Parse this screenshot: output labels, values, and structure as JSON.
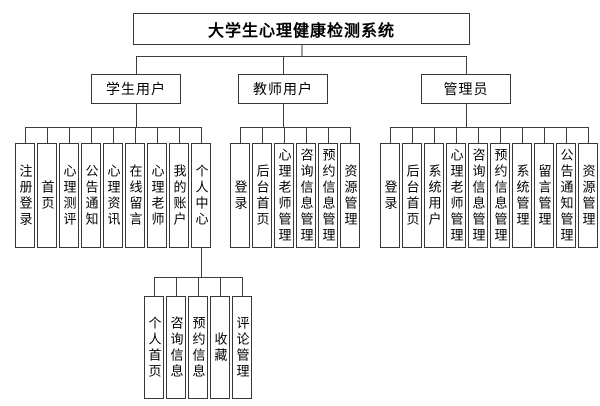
{
  "diagram": {
    "title": "大学生心理健康检测系统",
    "branches": [
      {
        "label": "学生用户",
        "children": [
          {
            "label": "注册登录"
          },
          {
            "label": "首页"
          },
          {
            "label": "心理测评"
          },
          {
            "label": "公告通知"
          },
          {
            "label": "心理资讯"
          },
          {
            "label": "在线留言"
          },
          {
            "label": "心理老师"
          },
          {
            "label": "我的账户"
          },
          {
            "label": "个人中心",
            "children": [
              {
                "label": "个人首页"
              },
              {
                "label": "咨询信息"
              },
              {
                "label": "预约信息"
              },
              {
                "label": "收藏"
              },
              {
                "label": "评论管理"
              }
            ]
          }
        ]
      },
      {
        "label": "教师用户",
        "children": [
          {
            "label": "登录"
          },
          {
            "label": "后台首页"
          },
          {
            "label": "心理老师管理"
          },
          {
            "label": "咨询信息管理"
          },
          {
            "label": "预约信息管理"
          },
          {
            "label": "资源管理"
          }
        ]
      },
      {
        "label": "管理员",
        "children": [
          {
            "label": "登录"
          },
          {
            "label": "后台首页"
          },
          {
            "label": "系统用户"
          },
          {
            "label": "心理老师管理"
          },
          {
            "label": "咨询信息管理"
          },
          {
            "label": "预约信息管理"
          },
          {
            "label": "系统管理"
          },
          {
            "label": "留言管理"
          },
          {
            "label": "公告通知管理"
          },
          {
            "label": "资源管理"
          }
        ]
      }
    ],
    "colors": {
      "line": "#3d3d3d",
      "node_border": "#383838",
      "node_background": "#ffffff",
      "page_background": "#ffffff",
      "text": "#000000"
    }
  }
}
